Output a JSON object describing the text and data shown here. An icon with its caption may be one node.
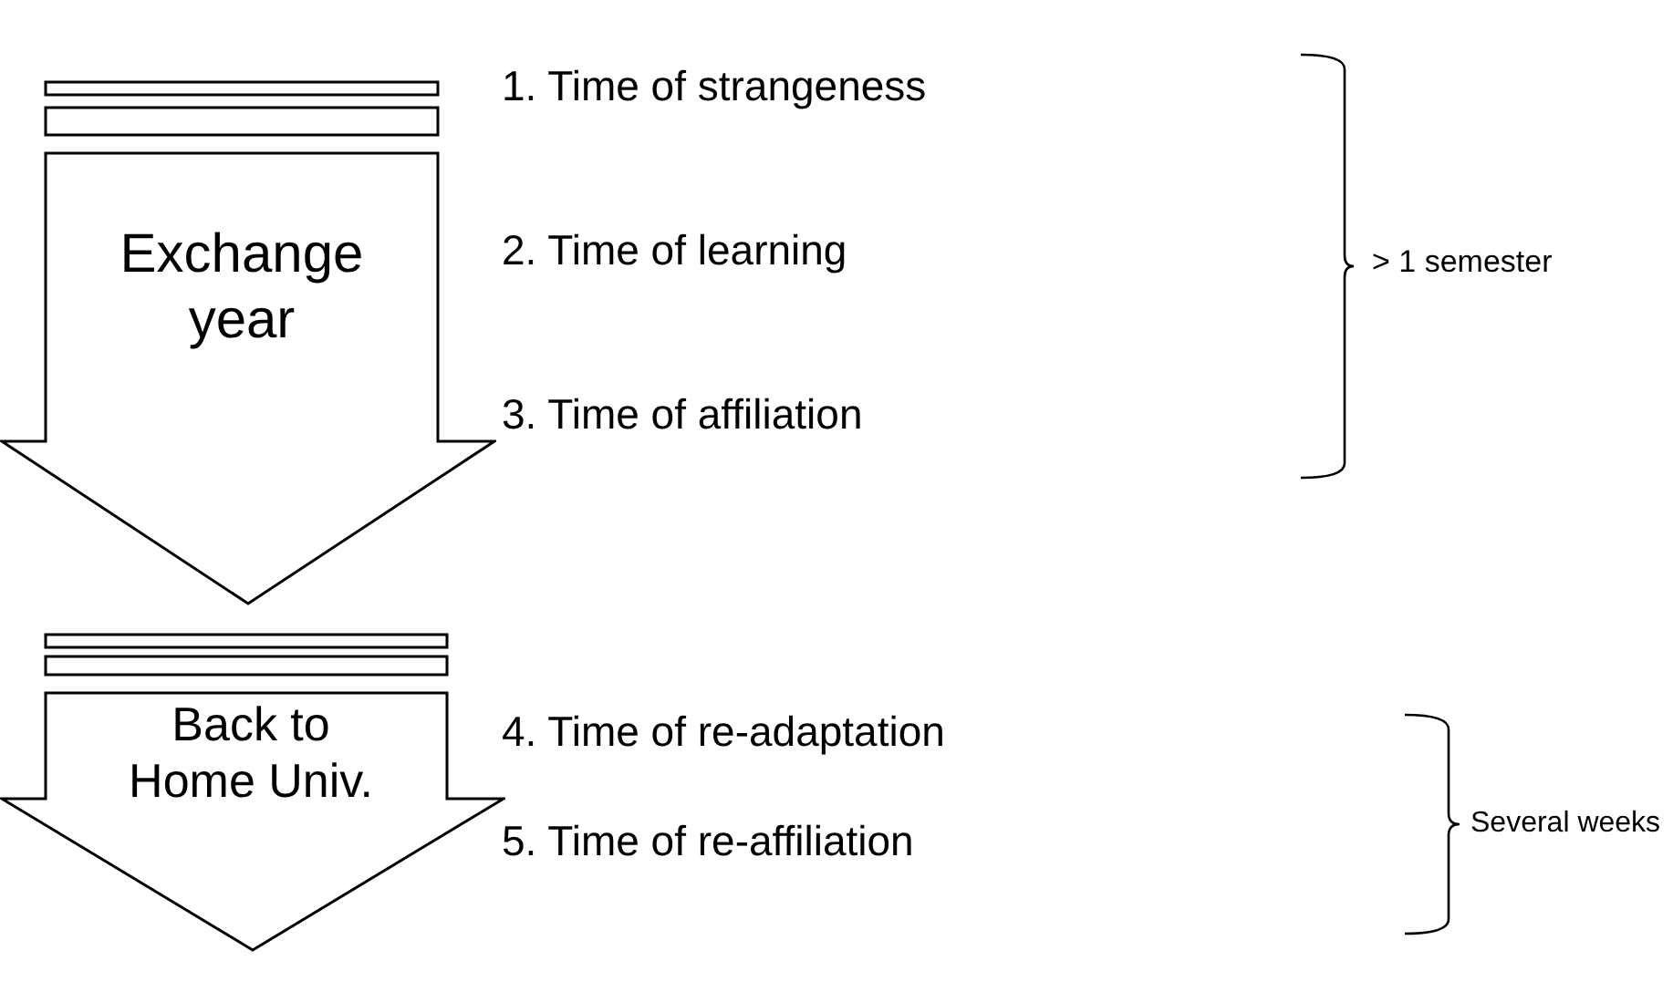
{
  "diagram": {
    "nodes": [
      {
        "text": [
          "Exchange year"
        ]
      },
      {
        "text": [
          "Back to Home Univ."
        ]
      }
    ],
    "labels": [
      "1. Time of strangeness",
      "2. Time of learning",
      "3. Time of affiliation",
      "> 1 semester",
      "4. Time of re-adaptation",
      "5. Time of re-affiliation",
      "Several weeks"
    ]
  }
}
